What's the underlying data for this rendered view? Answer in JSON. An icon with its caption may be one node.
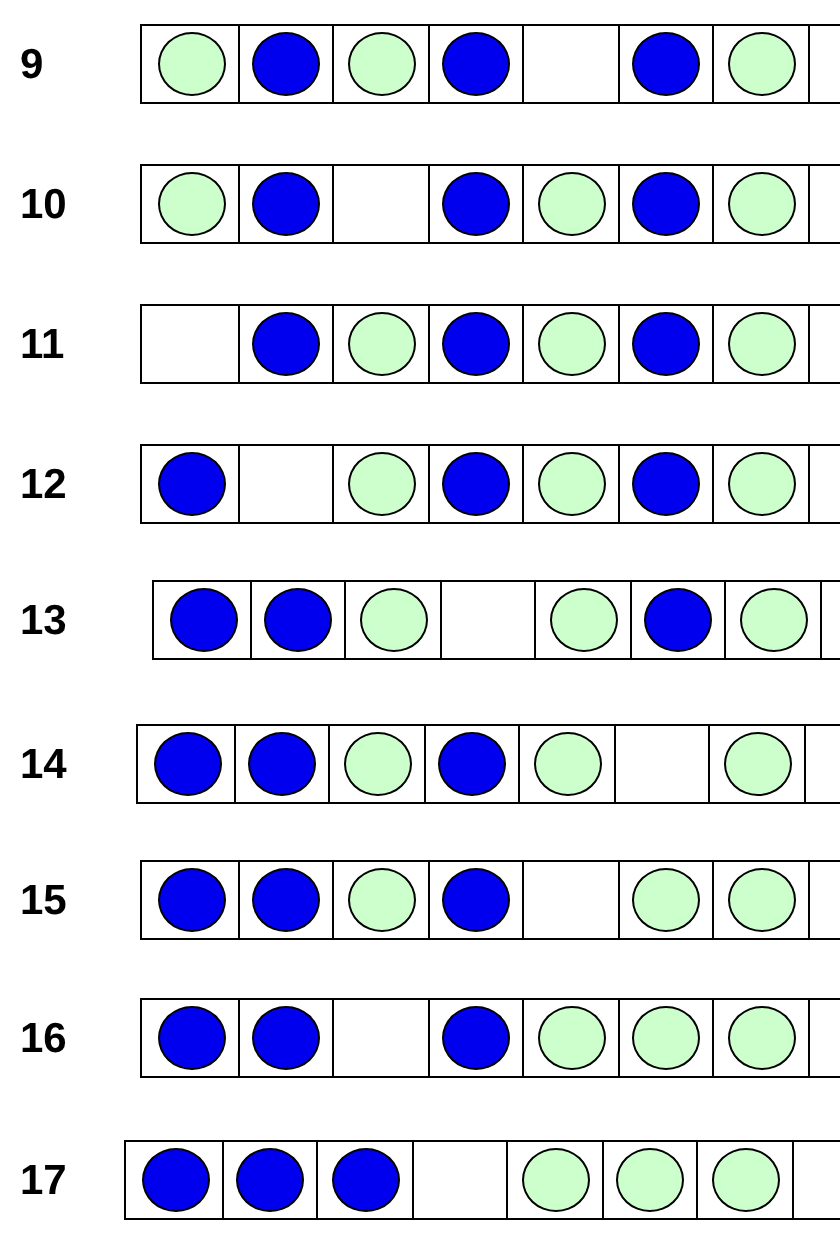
{
  "diagram": {
    "nodes": [
      {
        "text": [],
        "shape": "box",
        "beside": [
          "9"
        ]
      },
      {
        "text": [],
        "shape": "circle",
        "in": 0
      },
      {
        "text": [],
        "shape": "circle",
        "in": 0
      },
      {
        "text": [],
        "shape": "circle",
        "in": 0
      },
      {
        "text": [],
        "shape": "circle",
        "in": 0
      },
      {
        "text": [],
        "shape": "circle",
        "in": 0
      },
      {
        "text": [],
        "shape": "circle",
        "in": 0
      },
      {
        "text": [],
        "shape": "box",
        "beside": [
          "10"
        ]
      },
      {
        "text": [],
        "shape": "circle",
        "in": 7
      },
      {
        "text": [],
        "shape": "circle",
        "in": 7
      },
      {
        "text": [],
        "shape": "circle",
        "in": 7
      },
      {
        "text": [],
        "shape": "circle",
        "in": 7
      },
      {
        "text": [],
        "shape": "circle",
        "in": 7
      },
      {
        "text": [],
        "shape": "circle",
        "in": 7
      },
      {
        "text": [],
        "shape": "box",
        "beside": [
          "11"
        ]
      },
      {
        "text": [],
        "shape": "circle",
        "in": 14
      },
      {
        "text": [],
        "shape": "circle",
        "in": 14
      },
      {
        "text": [],
        "shape": "circle",
        "in": 14
      },
      {
        "text": [],
        "shape": "circle",
        "in": 14
      },
      {
        "text": [],
        "shape": "circle",
        "in": 14
      },
      {
        "text": [],
        "shape": "circle",
        "in": 14
      },
      {
        "text": [],
        "shape": "box",
        "beside": [
          "12"
        ]
      },
      {
        "text": [],
        "shape": "circle",
        "in": 21
      },
      {
        "text": [],
        "shape": "circle",
        "in": 21
      },
      {
        "text": [],
        "shape": "circle",
        "in": 21
      },
      {
        "text": [],
        "shape": "circle",
        "in": 21
      },
      {
        "text": [],
        "shape": "circle",
        "in": 21
      },
      {
        "text": [],
        "shape": "circle",
        "in": 21
      },
      {
        "text": [],
        "shape": "box",
        "beside": [
          "13"
        ]
      },
      {
        "text": [],
        "shape": "circle",
        "in": 28
      },
      {
        "text": [],
        "shape": "circle",
        "in": 28
      },
      {
        "text": [],
        "shape": "circle",
        "in": 28
      },
      {
        "text": [],
        "shape": "circle",
        "in": 28
      },
      {
        "text": [],
        "shape": "circle",
        "in": 28
      },
      {
        "text": [],
        "shape": "circle",
        "in": 28
      },
      {
        "text": [],
        "shape": "box",
        "beside": [
          "14"
        ]
      },
      {
        "text": [],
        "shape": "circle",
        "in": 35
      },
      {
        "text": [],
        "shape": "circle",
        "in": 35
      },
      {
        "text": [],
        "shape": "circle",
        "in": 35
      },
      {
        "text": [],
        "shape": "circle",
        "in": 35
      },
      {
        "text": [],
        "shape": "circle",
        "in": 35
      },
      {
        "text": [],
        "shape": "circle",
        "in": 35
      },
      {
        "text": [],
        "shape": "box",
        "beside": [
          "15"
        ]
      },
      {
        "text": [],
        "shape": "circle",
        "in": 42
      },
      {
        "text": [],
        "shape": "circle",
        "in": 42
      },
      {
        "text": [],
        "shape": "circle",
        "in": 42
      },
      {
        "text": [],
        "shape": "circle",
        "in": 42
      },
      {
        "text": [],
        "shape": "circle",
        "in": 42
      },
      {
        "text": [],
        "shape": "circle",
        "in": 42
      },
      {
        "text": [],
        "shape": "box",
        "beside": [
          "16"
        ]
      },
      {
        "text": [],
        "shape": "circle",
        "in": 49
      },
      {
        "text": [],
        "shape": "circle",
        "in": 49
      },
      {
        "text": [],
        "shape": "circle",
        "in": 49
      },
      {
        "text": [],
        "shape": "circle",
        "in": 49
      },
      {
        "text": [],
        "shape": "circle",
        "in": 49
      },
      {
        "text": [],
        "shape": "circle",
        "in": 49
      },
      {
        "text": [],
        "shape": "box",
        "beside": [
          "17"
        ]
      },
      {
        "text": [],
        "shape": "circle",
        "in": 56
      },
      {
        "text": [],
        "shape": "circle",
        "in": 56
      },
      {
        "text": [],
        "shape": "circle",
        "in": 56
      },
      {
        "text": [],
        "shape": "circle",
        "in": 56
      },
      {
        "text": [],
        "shape": "circle",
        "in": 56
      },
      {
        "text": [],
        "shape": "circle",
        "in": 56
      }
    ]
  }
}
